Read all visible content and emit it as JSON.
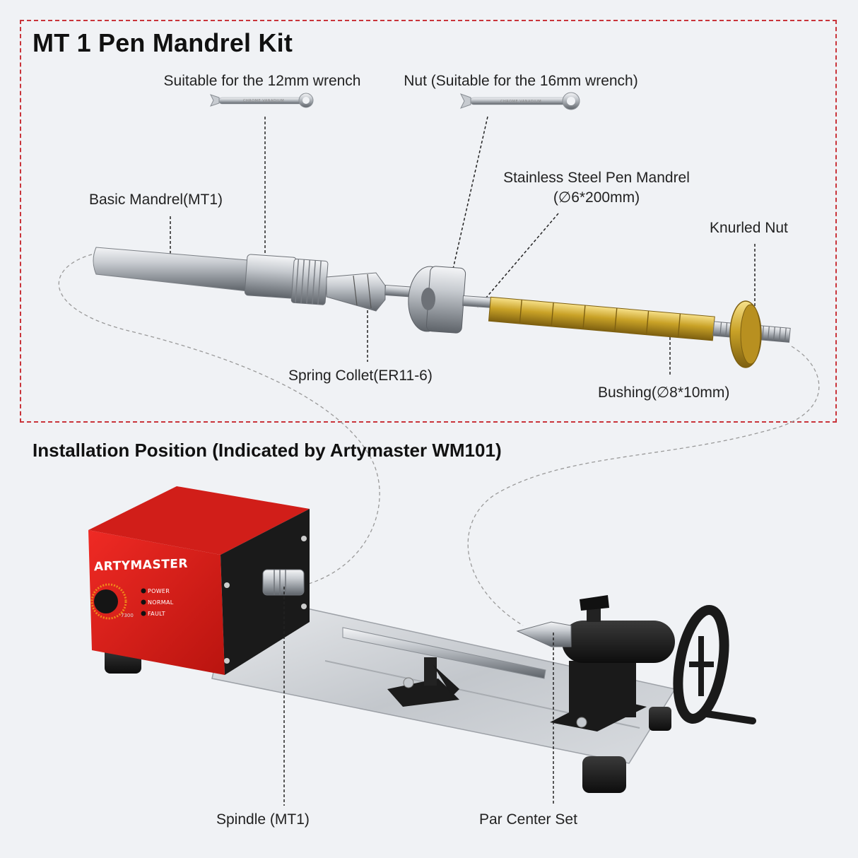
{
  "kit": {
    "title": "MT 1 Pen Mandrel Kit",
    "labels": {
      "wrench_12": "Suitable for the 12mm wrench",
      "wrench_16": "Nut (Suitable for the 16mm wrench)",
      "pen_mandrel_line1": "Stainless Steel Pen Mandrel",
      "pen_mandrel_line2": "(∅6*200mm)",
      "basic_mandrel": "Basic Mandrel(MT1)",
      "knurled_nut": "Knurled Nut",
      "spring_collet": "Spring Collet(ER11-6)",
      "bushing": "Bushing(∅8*10mm)"
    },
    "wrench_stamp": "CHROME VANADIUM"
  },
  "install": {
    "title": "Installation Position (Indicated by Artymaster WM101)",
    "labels": {
      "spindle": "Spindle (MT1)",
      "center_set": "Par Center Set"
    }
  },
  "lathe": {
    "brand": "ARTYMASTER",
    "leds": [
      "POWER",
      "NORMAL",
      "FAULT"
    ],
    "dial_max": "7300",
    "body_color": "#e0201d",
    "side_color": "#1a1a1a"
  },
  "colors": {
    "frame_dash": "#c9343a",
    "brass": "#c9a227",
    "steel": "#b8bcc2"
  }
}
